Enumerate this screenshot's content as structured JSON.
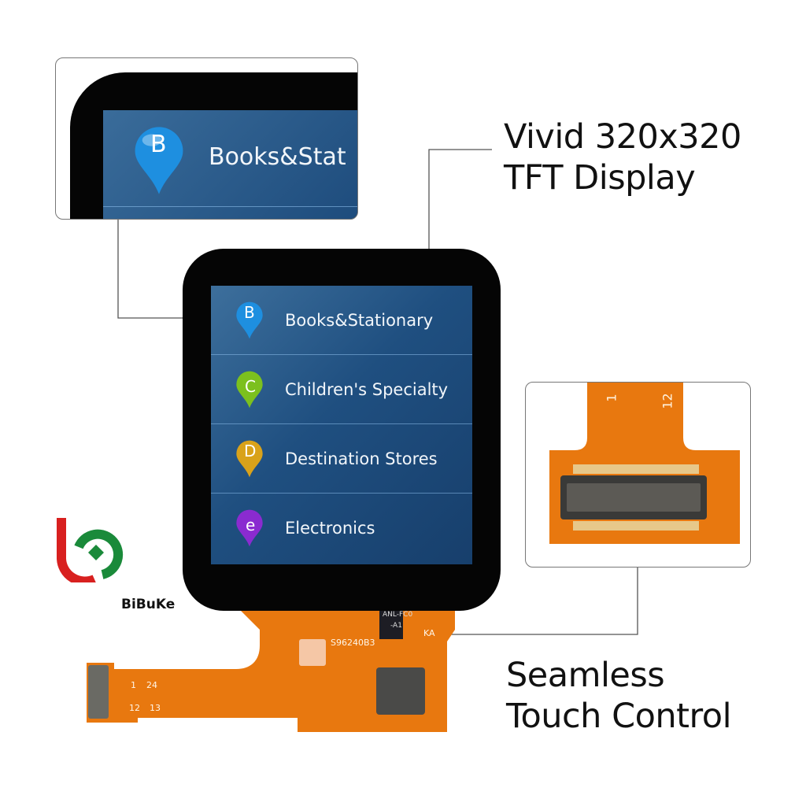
{
  "headlines": {
    "display": [
      "Vivid 320x320",
      "TFT Display"
    ],
    "touch": [
      "Seamless",
      "Touch Control"
    ]
  },
  "zoom_inset": {
    "pin_letter": "B",
    "label": "Books&Stat"
  },
  "screen_menu": [
    {
      "letter": "B",
      "label": "Books&Stationary",
      "color": "#1e8fe0"
    },
    {
      "letter": "C",
      "label": "Children's Specialty",
      "color": "#7cc01e"
    },
    {
      "letter": "D",
      "label": "Destination Stores",
      "color": "#d9a21a"
    },
    {
      "letter": "e",
      "label": "Electronics",
      "color": "#8a2bd0"
    }
  ],
  "fpc": {
    "part_code": "S96240B3",
    "chip_label": [
      "ANL-FC0",
      "-A1"
    ],
    "ka_label": "KA",
    "tail_pins": [
      "1",
      "24",
      "12",
      "13"
    ]
  },
  "connector_inset": {
    "pin_labels": [
      "1",
      "12"
    ]
  },
  "brand": {
    "name": "BiBuKe"
  },
  "colors": {
    "fpc": "#e8780f",
    "bezel": "#050505",
    "screen": "#1f4f80"
  }
}
